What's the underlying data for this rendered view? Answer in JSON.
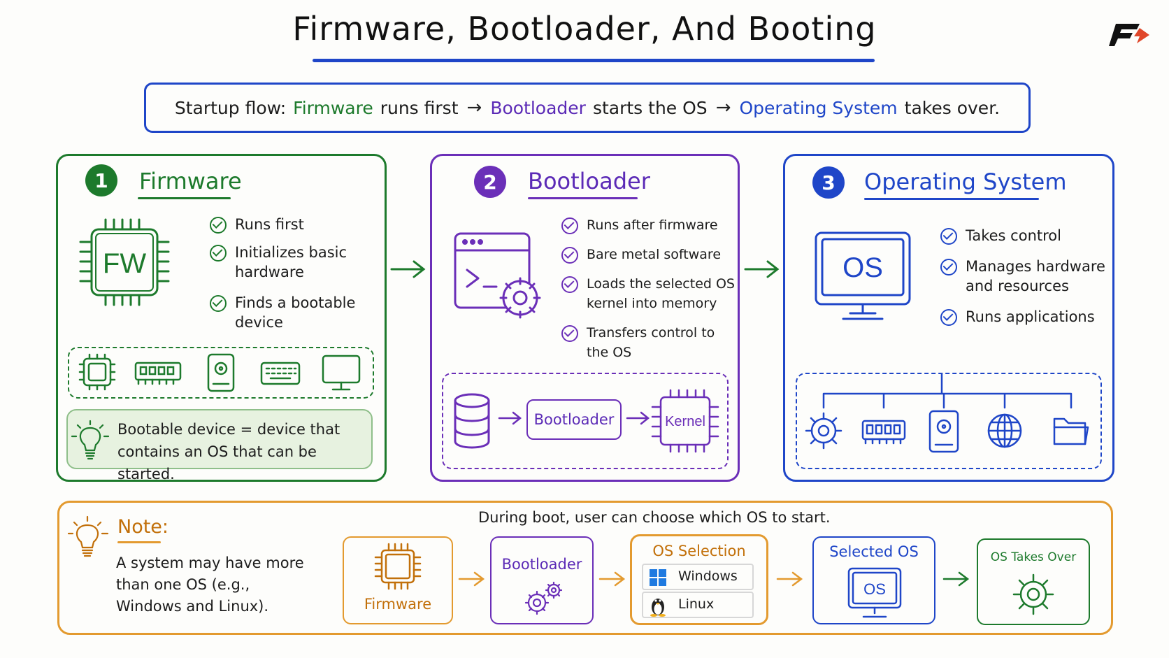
{
  "title": "Firmware, Bootloader, And Booting",
  "flow": {
    "prefix": "Startup flow:",
    "firmware": "Firmware",
    "firmware_rest": "runs first",
    "bootloader": "Bootloader",
    "bootloader_rest": "starts the OS",
    "os": "Operating System",
    "os_rest": "takes over.",
    "arrow": "→"
  },
  "firmware": {
    "number": "1",
    "title": "Firmware",
    "chip_label": "FW",
    "items": [
      "Runs first",
      "Initializes basic hardware",
      "Finds a bootable device"
    ],
    "tip": "Bootable device = device that contains an OS that can be started."
  },
  "bootloader": {
    "number": "2",
    "title": "Bootloader",
    "items": [
      "Runs after firmware",
      "Bare metal software",
      "Loads the selected OS kernel into memory",
      "Transfers control to the OS"
    ],
    "flow_box": "Bootloader",
    "kernel": "Kernel"
  },
  "os": {
    "number": "3",
    "title": "Operating System",
    "monitor_label": "OS",
    "items": [
      "Takes control",
      "Manages hardware and resources",
      "Runs applications"
    ]
  },
  "note": {
    "heading": "Note:",
    "text": "A system may have more than one OS (e.g., Windows and Linux).",
    "caption": "During boot, user can choose which OS to start.",
    "steps": {
      "firmware": "Firmware",
      "bootloader": "Bootloader",
      "selection": "OS Selection",
      "windows": "Windows",
      "linux": "Linux",
      "selected": "Selected OS",
      "selected_monitor": "OS",
      "takes_over": "OS Takes Over"
    }
  },
  "colors": {
    "green": "#1d7a2c",
    "purple": "#6b2fb8",
    "blue": "#1f46c8",
    "orange": "#e39a2f"
  }
}
